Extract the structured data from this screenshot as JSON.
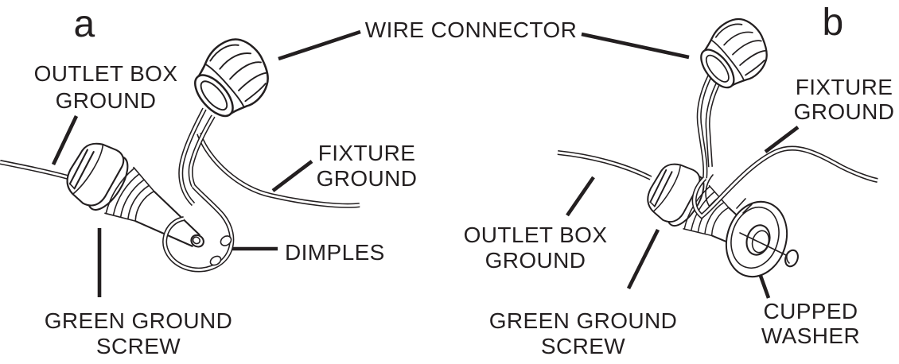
{
  "figure": {
    "wire_connector_label": "WIRE CONNECTOR",
    "panel_a": {
      "letter": "a",
      "outlet_box_ground": {
        "line1": "OUTLET BOX",
        "line2": "GROUND"
      },
      "fixture_ground": {
        "line1": "FIXTURE",
        "line2": "GROUND"
      },
      "dimples": "DIMPLES",
      "green_ground_screw": {
        "line1": "GREEN GROUND",
        "line2": "SCREW"
      }
    },
    "panel_b": {
      "letter": "b",
      "fixture_ground": {
        "line1": "FIXTURE",
        "line2": "GROUND"
      },
      "outlet_box_ground": {
        "line1": "OUTLET BOX",
        "line2": "GROUND"
      },
      "green_ground_screw": {
        "line1": "GREEN GROUND",
        "line2": "SCREW"
      },
      "cupped_washer": {
        "line1": "CUPPED",
        "line2": "WASHER"
      }
    },
    "colors": {
      "ink": "#231f20",
      "background": "#ffffff"
    }
  }
}
